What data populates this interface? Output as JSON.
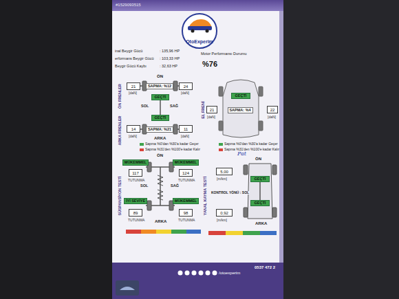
{
  "diagram": {
    "nodes": [
      {
        "text": [
          "OtoExperim"
        ]
      },
      {
        "text": [
          "21"
        ]
      },
      {
        "text": [
          "SAPMA: %12"
        ]
      },
      {
        "text": [
          "24"
        ]
      },
      {
        "text": [
          "GEÇTİ"
        ]
      },
      {
        "text": [
          "GEÇTİ"
        ]
      },
      {
        "text": [
          "14"
        ]
      },
      {
        "text": [
          "SAPMA: %21"
        ]
      },
      {
        "text": [
          "11"
        ]
      },
      {
        "text": [
          "GEÇTİ"
        ]
      },
      {
        "text": [
          "21"
        ]
      },
      {
        "text": [
          "SAPMA: %4"
        ]
      },
      {
        "text": [
          "22"
        ]
      },
      {
        "text": [
          "MÜKEMMEL"
        ]
      },
      {
        "text": [
          "MÜKEMMEL"
        ]
      },
      {
        "text": [
          "117"
        ]
      },
      {
        "text": [
          "124"
        ]
      },
      {
        "text": [
          "İYİ SEVİYE"
        ]
      },
      {
        "text": [
          "MÜKEMMEL"
        ]
      },
      {
        "text": [
          "89"
        ]
      },
      {
        "text": [
          "98"
        ]
      },
      {
        "text": [
          "5,00"
        ]
      },
      {
        "text": [
          "GEÇTİ"
        ]
      },
      {
        "text": [
          "GEÇTİ"
        ]
      },
      {
        "text": [
          "0,92"
        ]
      }
    ],
    "edges": [
      {
        "from": 4,
        "to": 5,
        "arrow": "none"
      },
      {
        "from": 22,
        "to": 23,
        "arrow": "none"
      }
    ],
    "labels": [
      "#1529093515",
      "inal Beygir Gücü",
      ": 135,96 HP",
      "erformans Beygir Gücü",
      ": 103,33 HP",
      "Beygir Gücü Kaybı",
      ": 32,63 HP",
      "Motor Performansı Durumu",
      "%76",
      "ÖN",
      "[daN]",
      "[daN]",
      "SOL",
      "SAĞ",
      "[daN]",
      "[daN]",
      "ARKA",
      "ÖN FRENLER",
      "ARKA FRENLER",
      "EL FRENİ",
      "[daN]",
      "[daN]",
      "ÖN",
      "TUTUNMA",
      "TUTUNMA",
      "SOL",
      "SAĞ",
      "TUTUNMA",
      "ARKA",
      "TUTUNMA",
      "SÜSPANSİYON TESTİ",
      "YANAL KAYMA TESTİ",
      "Pat",
      "ÖN",
      "[m/km]",
      "KONTROL YÖNÜ : SOL",
      "[m/km]",
      "ARKA",
      "/otoexperim",
      "0537 472 2"
    ],
    "legend": [
      {
        "text": "Sapma %0'dan %30'a kadar Geçer",
        "color": "#3fa34d"
      },
      {
        "text": "Sapma %31'den %100'e kadar Kalır",
        "color": "#d8433b"
      },
      {
        "text": "Sapma %0'dan %30'a kadar Geçer",
        "color": "#3fa34d"
      },
      {
        "text": "Sapma %31'den %100'e kadar Kalır",
        "color": "#d8433b"
      }
    ]
  }
}
